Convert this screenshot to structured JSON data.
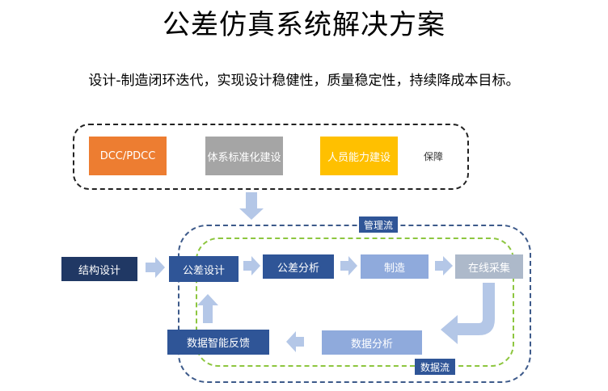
{
  "title": "公差仿真系统解决方案",
  "subtitle": "设计-制造闭环迭代，实现设计稳健性，质量稳定性，持续降成本目标。",
  "guarantee": {
    "items": [
      {
        "label": "DCC/PDCC",
        "color": "#ed7d31"
      },
      {
        "label": "体系标准化建设",
        "color": "#a5a5a5"
      },
      {
        "label": "人员能力建设",
        "color": "#ffc000"
      }
    ],
    "label": "保障"
  },
  "tags": {
    "management_flow": "管理流",
    "data_flow": "数据流"
  },
  "nodes": {
    "structure_design": {
      "label": "结构设计",
      "color": "#203864"
    },
    "tolerance_design": {
      "label": "公差设计",
      "color": "#2f5597"
    },
    "tolerance_analysis": {
      "label": "公差分析",
      "color": "#2f5597"
    },
    "manufacturing": {
      "label": "制造",
      "color": "#8faadc"
    },
    "online_collection": {
      "label": "在线采集",
      "color": "#adb9ca"
    },
    "data_analysis": {
      "label": "数据分析",
      "color": "#8faadc"
    },
    "smart_feedback": {
      "label": "数据智能反馈",
      "color": "#2f5597"
    }
  },
  "colors": {
    "arrow": "#b4c7e7",
    "management_border": "#3d5a8a",
    "data_border": "#8dc63f",
    "management_tag": "#2f5597",
    "data_tag": "#2f5597"
  }
}
